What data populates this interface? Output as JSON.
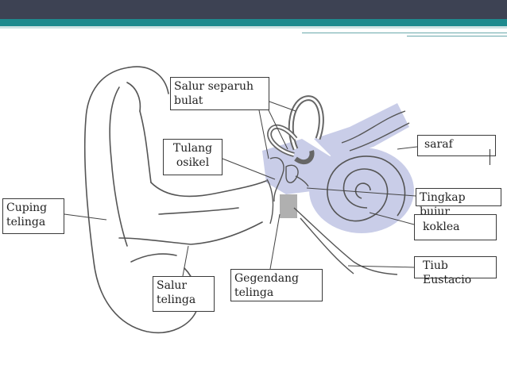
{
  "labels": {
    "salur_separuh_bulat": "Salur separuh\nbulat",
    "tulang_osikel": "Tulang\nosikel",
    "cuping_telinga": "Cuping\ntelinga",
    "salur_telinga": "Salur\ntelinga",
    "gegendang_telinga": "Gegendang\ntelinga",
    "saraf": "saraf",
    "tingkap_bujur": "Tingkap bujur",
    "koklea": "koklea",
    "tiub_eustacio": "Tiub\nEustacio"
  },
  "colors": {
    "header_dark": "#3d4253",
    "header_teal": "#1e8a8e",
    "inner_ear_fill": "#c9cde8",
    "line": "#444444"
  }
}
